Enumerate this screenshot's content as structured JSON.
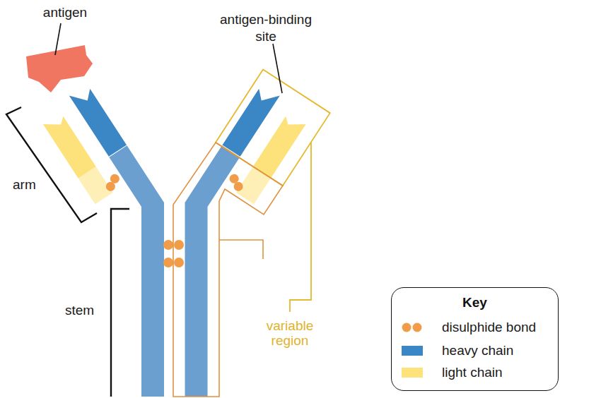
{
  "diagram": {
    "nodes": [
      {
        "text": [
          "Key"
        ]
      }
    ],
    "labels": [
      "antigen",
      "antigen-binding site",
      "arm",
      "stem",
      "variable region"
    ],
    "legend": [
      {
        "text": "disulphide bond"
      },
      {
        "text": "heavy chain",
        "color": "#3b86c4"
      },
      {
        "text": "light chain",
        "color": "#fde27b"
      }
    ]
  }
}
